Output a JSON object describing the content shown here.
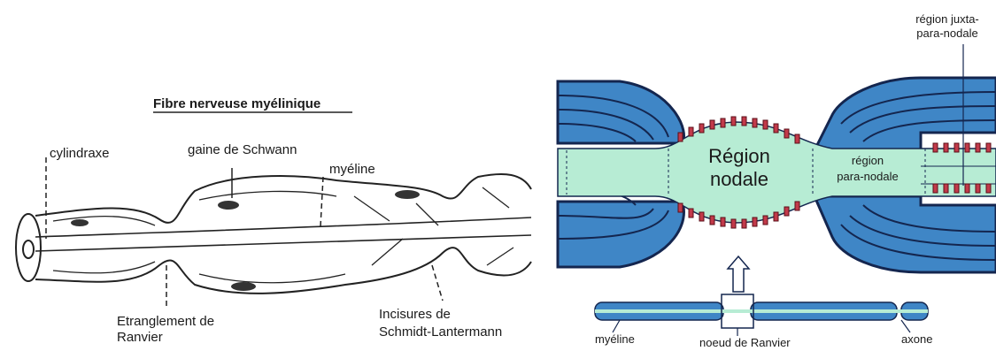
{
  "left_panel": {
    "title": "Fibre nerveuse myélinique",
    "labels": {
      "cylindraxe": "cylindraxe",
      "gaine": "gaine de Schwann",
      "myeline": "myéline",
      "etranglement_1": "Etranglement de",
      "etranglement_2": "Ranvier",
      "incisures_1": "Incisures de",
      "incisures_2": "Schmidt-Lantermann"
    }
  },
  "right_panel": {
    "region_nodale_1": "Région",
    "region_nodale_2": "nodale",
    "para_1": "région",
    "para_2": "para-nodale",
    "juxta_1": "région juxta-",
    "juxta_2": "para-nodale",
    "myeline": "myéline",
    "noeud": "noeud de Ranvier",
    "axone": "axone"
  },
  "colors": {
    "myelin_blue": "#3f86c6",
    "myelin_dark": "#14264f",
    "axon_green": "#b7ecd4",
    "channel_red": "#c23a4a"
  }
}
